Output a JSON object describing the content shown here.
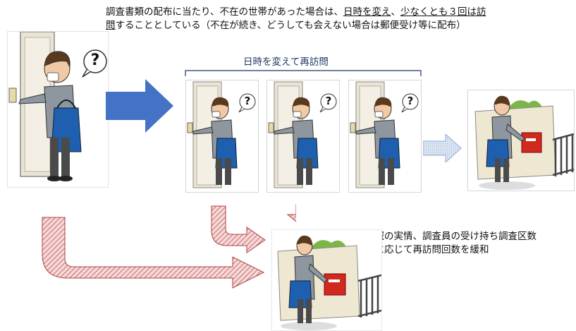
{
  "top_note": {
    "part1": "調査書類の配布に当たり、不在の世帯があった場合は、",
    "underline1": "日時を変え",
    "part2": "、",
    "underline2": "少なくとも３回は訪",
    "underline3": "問",
    "part3": "することとしている（不在が続き、どうしても会えない場合は郵便受け等に配布）"
  },
  "revisit_label": "日時を変えて再訪問",
  "side_note": {
    "line1": "地域の実情、調査員の受け持ち調査区数",
    "line2": "等に応じて再訪問回数を緩和"
  },
  "question_mark": "?",
  "colors": {
    "blue_arrow": "#4472c4",
    "light_blue_arrow": "#dce6f2",
    "red_arrow": "#c0504d",
    "bag_blue": "#1f5fb0",
    "mailbox_red": "#d02a1e"
  }
}
